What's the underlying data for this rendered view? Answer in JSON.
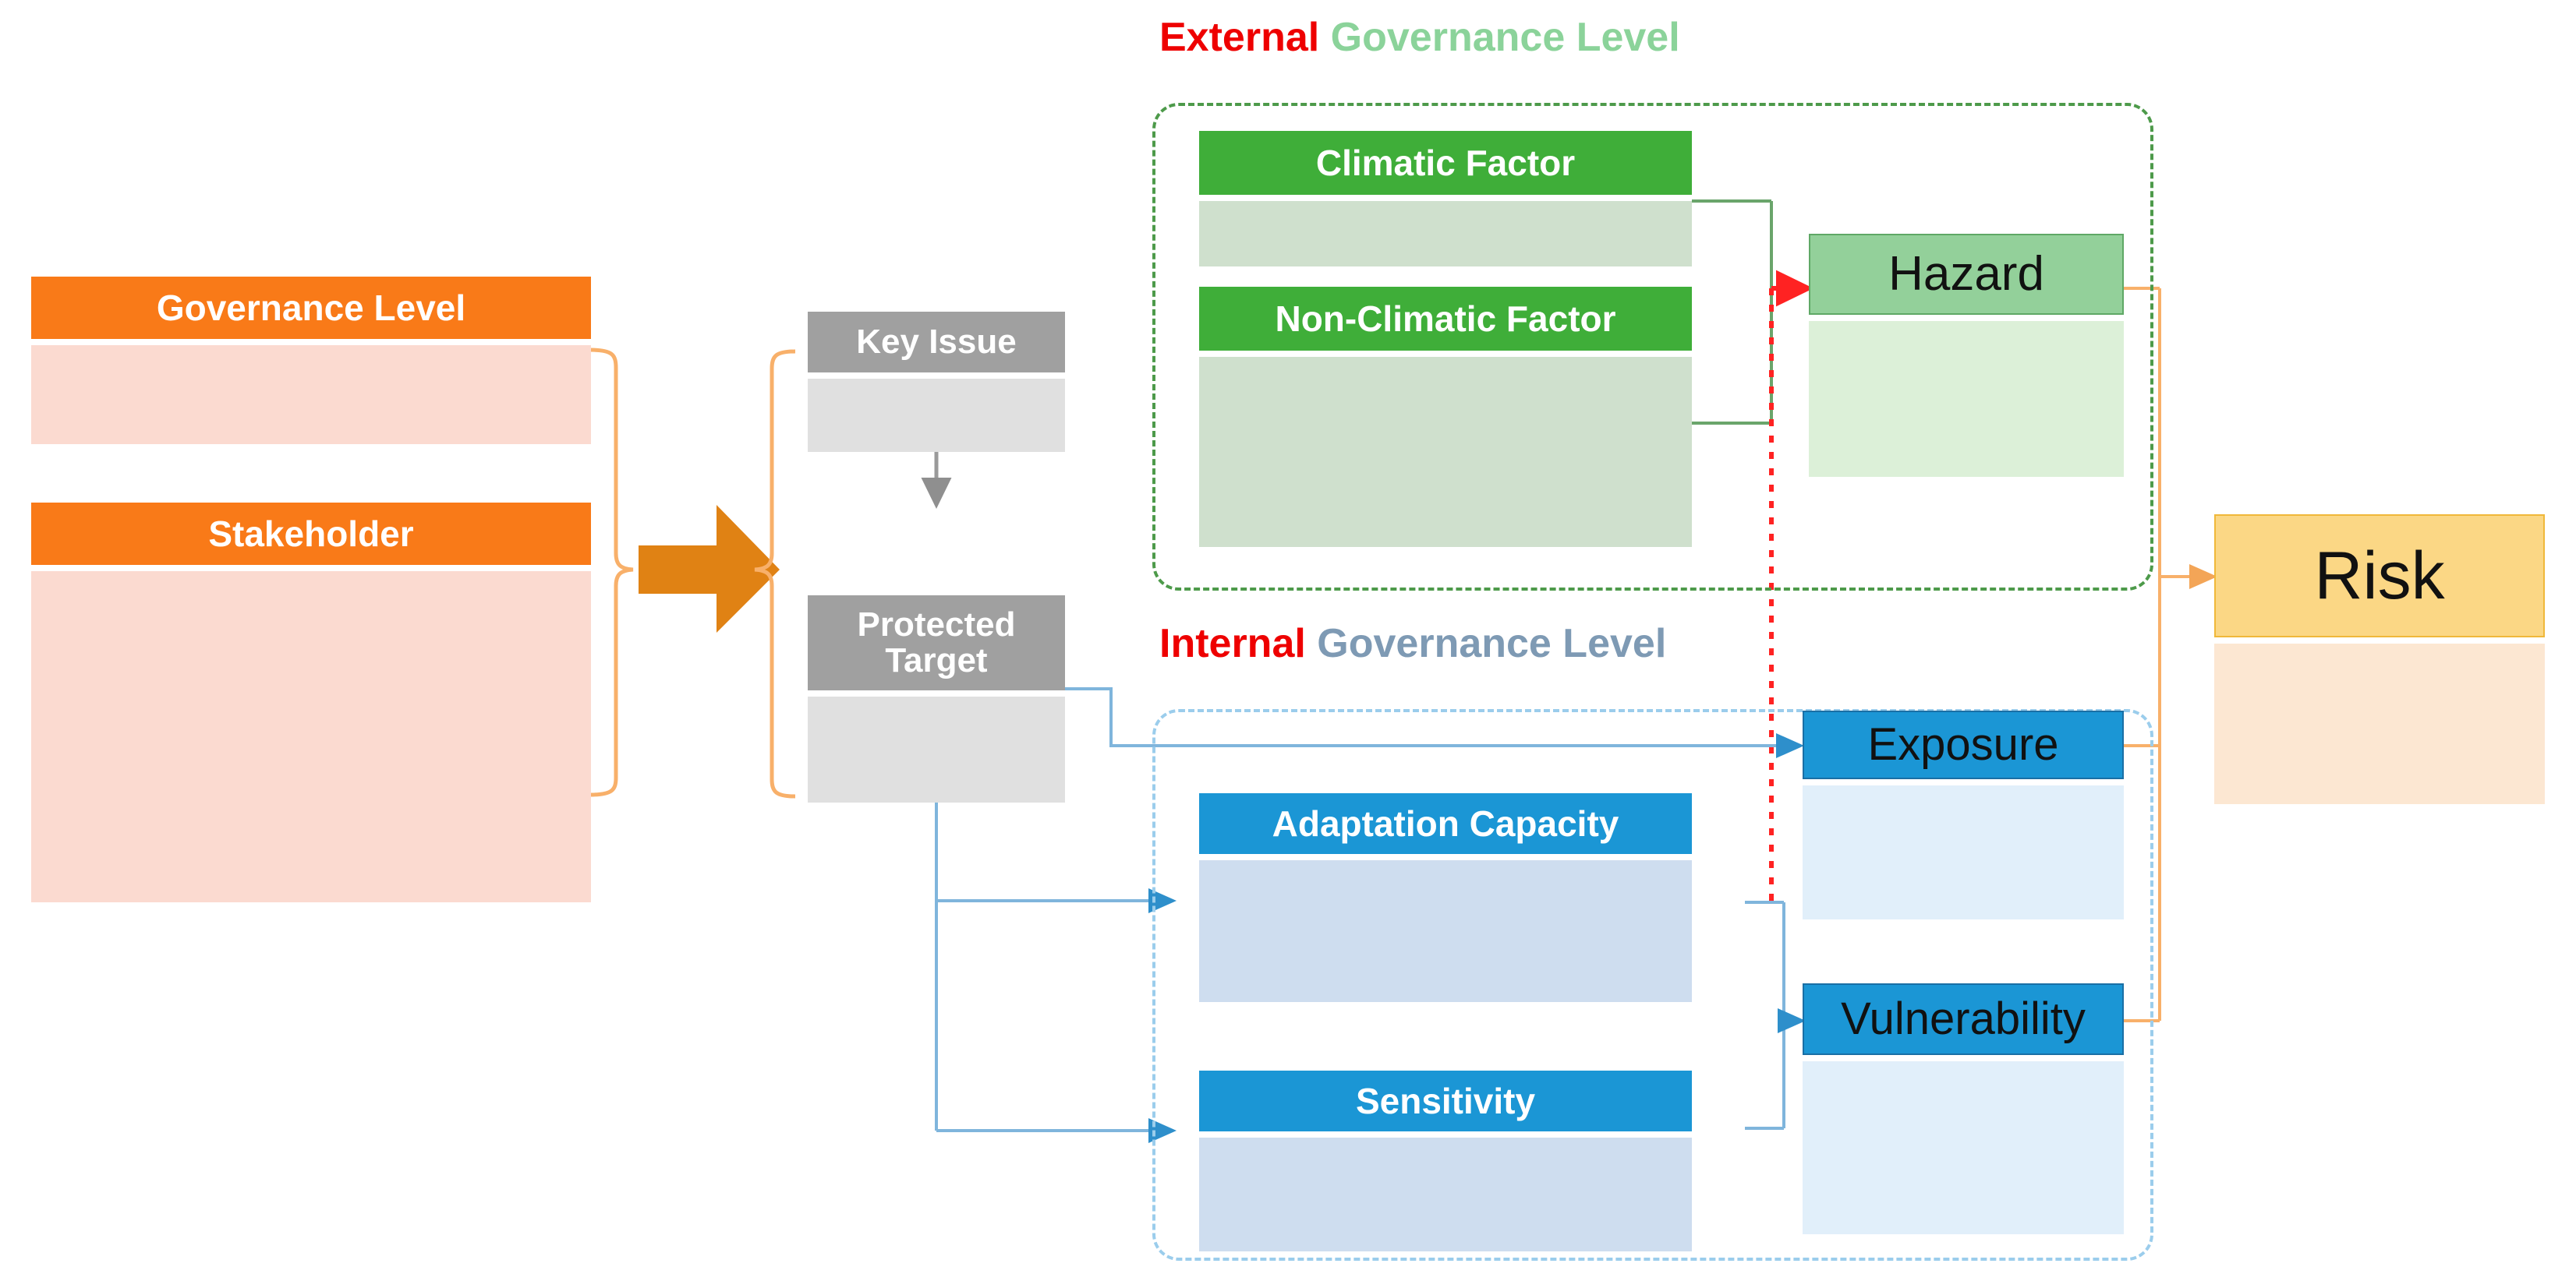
{
  "diagram": {
    "title_external": {
      "keyword": "External",
      "value": "Governance Level"
    },
    "title_internal": {
      "keyword": "Internal",
      "value": "Governance Level"
    },
    "left_column": {
      "governance_level": "Governance Level",
      "stakeholder": "Stakeholder"
    },
    "middle_column": {
      "key_issue": "Key Issue",
      "protected_target": "Protected\nTarget"
    },
    "external": {
      "climatic_factor": "Climatic Factor",
      "non_climatic_factor": "Non-Climatic Factor",
      "hazard": "Hazard"
    },
    "internal": {
      "adaptation_capacity": "Adaptation Capacity",
      "sensitivity": "Sensitivity",
      "exposure": "Exposure",
      "vulnerability": "Vulnerability"
    },
    "outcome": {
      "risk": "Risk"
    },
    "colors": {
      "orange_header": "#F97A18",
      "orange_body": "#FBDAD0",
      "grey_header": "#A0A0A0",
      "grey_body": "#E0E0E0",
      "green_header": "#3FAE39",
      "green_body": "#CFE0CD",
      "hazard_header": "#93D09A",
      "hazard_body": "#DCF0D8",
      "blue_header": "#1B96D5",
      "blue_body": "#CEDDEF",
      "blue_out_body": "#E1EFFA",
      "risk_header": "#FBD785",
      "risk_body": "#FCE7D2",
      "external_dash": "#4D9A4A",
      "internal_dash": "#9BCDEC",
      "keyword_red": "#EE0000",
      "connector_orange": "#F8B06A",
      "connector_blue": "#7FB5DC",
      "connector_green": "#6AA56B",
      "connector_red": "#FF3B30",
      "connector_grey": "#9A9A9A",
      "big_arrow_orange": "#E08214"
    }
  }
}
